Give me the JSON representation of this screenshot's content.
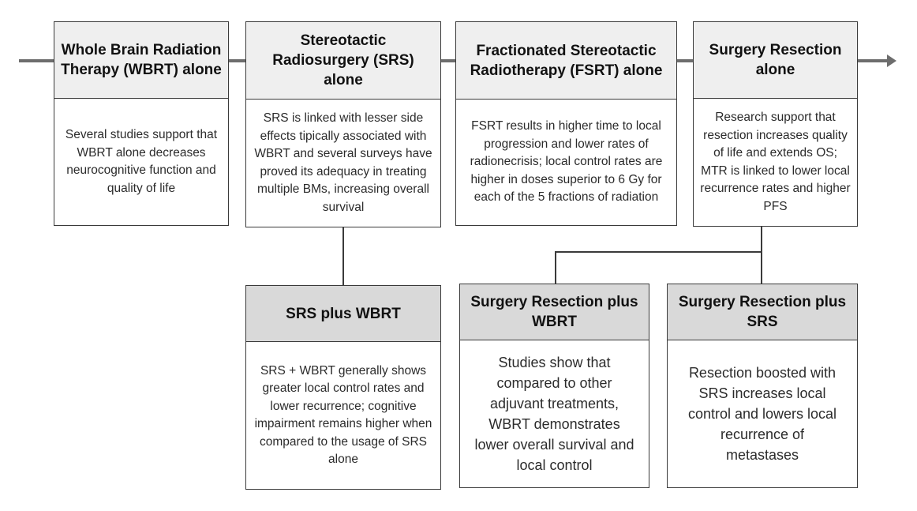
{
  "boxes": {
    "wbrt": {
      "title": "Whole Brain Radiation Therapy (WBRT) alone",
      "body": "Several studies support that WBRT alone decreases neurocognitive function and quality of life"
    },
    "srs": {
      "title": "Stereotactic Radiosurgery (SRS) alone",
      "body": "SRS is linked with lesser side effects tipically associated with WBRT and several surveys have proved its adequacy in treating multiple BMs, increasing overall survival"
    },
    "fsrt": {
      "title": "Fractionated Stereotactic Radiotherapy (FSRT) alone",
      "body": "FSRT results in higher time to local progression and lower rates of radionecrisis; local control rates are higher in doses superior to 6 Gy for each of the 5 fractions of radiation"
    },
    "surgery": {
      "title": "Surgery Resection alone",
      "body": "Research support that resection increases quality of life and extends OS; MTR is linked to lower local recurrence rates and higher PFS"
    },
    "srs_wbrt": {
      "title": "SRS plus WBRT",
      "body": "SRS + WBRT generally shows greater local control rates and lower recurrence; cognitive impairment remains higher when compared to the usage of SRS alone"
    },
    "surgery_wbrt": {
      "title": "Surgery Resection plus WBRT",
      "body": "Studies show that compared to other adjuvant treatments, WBRT demonstrates lower overall survival and local control"
    },
    "surgery_srs": {
      "title": "Surgery Resection plus SRS",
      "body": "Resection boosted with SRS increases local control and lowers local recurrence of metastases"
    }
  }
}
